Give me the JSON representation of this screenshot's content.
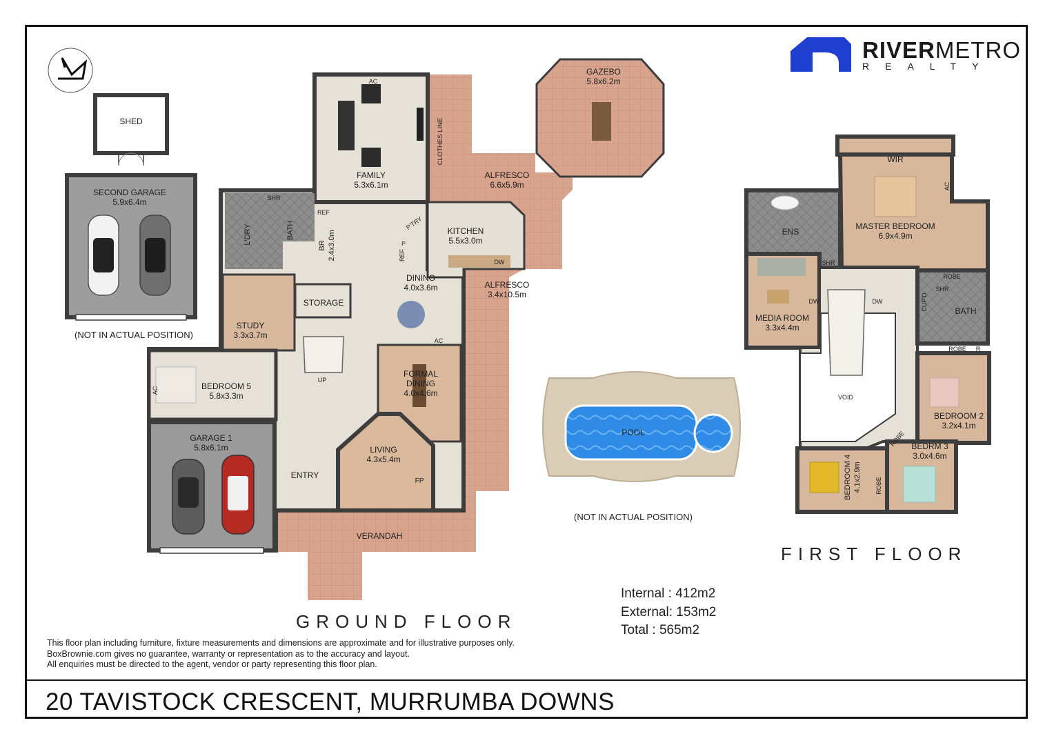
{
  "brand": {
    "name_bold": "RIVER",
    "name_light": "METRO",
    "sub": "REALTY",
    "accent": "#1f3fd1"
  },
  "address": "20 TAVISTOCK CRESCENT, MURRUMBA DOWNS",
  "floors": {
    "ground": "GROUND FLOOR",
    "first": "FIRST FLOOR"
  },
  "notes": {
    "second_garage": "(NOT IN ACTUAL POSITION)",
    "pool": "(NOT IN ACTUAL POSITION)"
  },
  "area": {
    "internal": "Internal : 412m2",
    "external": "External: 153m2",
    "total": "Total : 565m2"
  },
  "disclaimer": {
    "line1": "This floor plan including furniture, fixture measurements and dimensions are approximate and for illustrative purposes only.",
    "line2": "BoxBrownie.com gives no guarantee, warranty or representation as to the accuracy and layout.",
    "line3": "All enquiries must be directed to the agent, vendor or party representing this floor plan."
  },
  "colors": {
    "tile": "#d9a690",
    "floor": "#e8e3da",
    "carpet": "#d8b79b",
    "garage": "#9b9b9b",
    "wet": "#8a8a8a",
    "wall": "#3d3d3d",
    "pool": "#2f8be6",
    "pool_edge": "#d9cdb8"
  },
  "rooms": {
    "shed": "SHED",
    "second_garage": {
      "name": "SECOND GARAGE",
      "dim": "5.9x6.4m"
    },
    "family": {
      "name": "FAMILY",
      "dim": "5.3x6.1m"
    },
    "ac_family": "AC",
    "clothes_line": "CLOTHES LINE",
    "alfresco1": {
      "name": "ALFRESCO",
      "dim": "6.6x5.9m"
    },
    "gazebo": {
      "name": "GAZEBO",
      "dim": "5.8x6.2m"
    },
    "shr_ground": "SHR",
    "ref1": "REF",
    "ldry": "L'DRY",
    "bath_ground": "BATH",
    "br": {
      "name": "BR",
      "dim": "2.4x3.0m"
    },
    "ptry": "P'TRY",
    "kitchen": {
      "name": "KITCHEN",
      "dim": "5.5x3.0m"
    },
    "p": "P",
    "ref2": "REF",
    "dw_ground": "DW",
    "dining": {
      "name": "DINING",
      "dim": "4.0x3.6m"
    },
    "alfresco2": {
      "name": "ALFRESCO",
      "dim": "3.4x10.5m"
    },
    "storage": "STORAGE",
    "study": {
      "name": "STUDY",
      "dim": "3.3x3.7m"
    },
    "ac_dining": "AC",
    "up": "UP",
    "formal_dining": {
      "name1": "FORMAL",
      "name2": "DINING",
      "dim": "4.0x4.6m"
    },
    "bedroom5": {
      "name": "BEDROOM 5",
      "dim": "5.8x3.3m"
    },
    "ac_bed5": "AC",
    "garage1": {
      "name": "GARAGE 1",
      "dim": "5.8x6.1m"
    },
    "living": {
      "name": "LIVING",
      "dim": "4.3x5.4m"
    },
    "fp": "FP",
    "entry": "ENTRY",
    "verandah": "VERANDAH",
    "pool": "POOL",
    "wir": "WIR",
    "ac_master": "AC",
    "master": {
      "name": "MASTER BEDROOM",
      "dim": "6.9x4.9m"
    },
    "ens": "ENS",
    "shr_ens": "SHR",
    "dw_first1": "DW",
    "dw_first2": "DW",
    "media": {
      "name": "MEDIA ROOM",
      "dim": "3.3x4.4m"
    },
    "robe1": "ROBE",
    "shr_first": "SHR",
    "cupd": "CUP'D",
    "bath_first": "BATH",
    "robe2": "ROBE",
    "r": "R",
    "void": "VOID",
    "bedroom2": {
      "name": "BEDROOM 2",
      "dim": "3.2x4.1m"
    },
    "robe3": "ROBE",
    "bedrm3": {
      "name": "BEDRM 3",
      "dim": "3.0x4.6m"
    },
    "bedroom4": {
      "name": "BEDROOM 4",
      "dim": "4.1x2.9m"
    },
    "robe4": "ROBE"
  }
}
